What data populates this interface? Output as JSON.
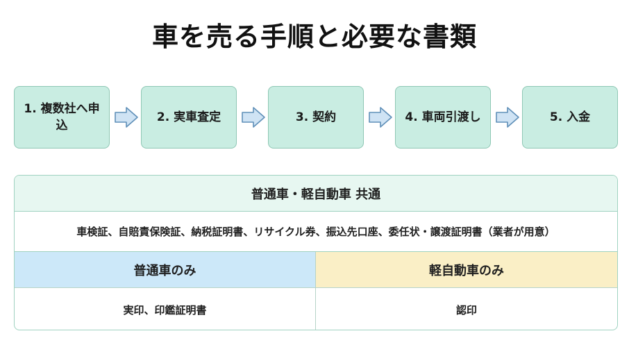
{
  "title": "車を売る手順と必要な書類",
  "steps": [
    {
      "label": "1. 複数社へ申込"
    },
    {
      "label": "2. 実車査定"
    },
    {
      "label": "3. 契約"
    },
    {
      "label": "4. 車両引渡し"
    },
    {
      "label": "5. 入金"
    }
  ],
  "documents": {
    "common": {
      "header": "普通車・軽自動車 共通",
      "items": "車検証、自賠責保険証、納税証明書、リサイクル券、振込先口座、委任状・譲渡証明書（業者が用意）"
    },
    "regular": {
      "header": "普通車のみ",
      "items": "実印、印鑑証明書"
    },
    "kei": {
      "header": "軽自動車のみ",
      "items": "認印"
    }
  },
  "colors": {
    "step_fill": "#c9ede2",
    "step_border": "#8ec7b4",
    "arrow_fill": "#cfe3f4",
    "arrow_stroke": "#5f8fb8",
    "common_header_fill": "#e7f7f1",
    "regular_header_fill": "#cce8f9",
    "kei_header_fill": "#faefc6"
  },
  "icons": {
    "step_arrow": "right-arrow-icon"
  }
}
